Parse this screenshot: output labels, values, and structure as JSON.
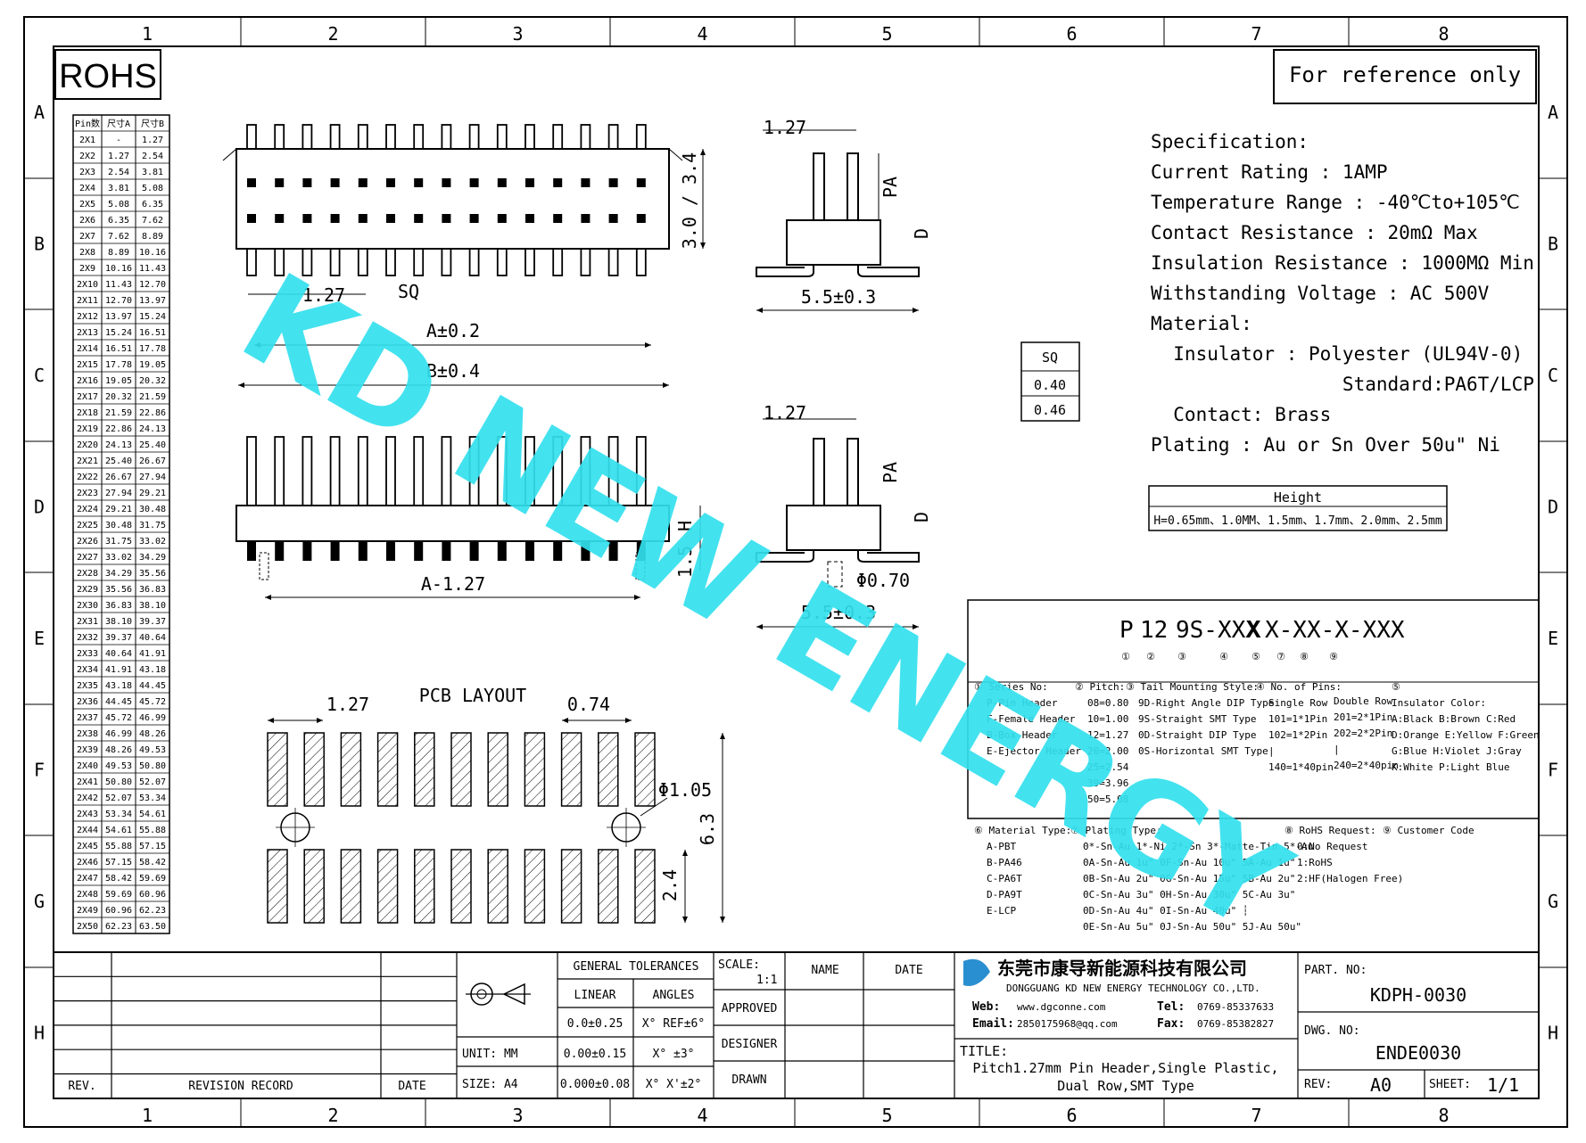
{
  "zones": {
    "columns": [
      "1",
      "2",
      "3",
      "4",
      "5",
      "6",
      "7",
      "8"
    ],
    "rows": [
      "A",
      "B",
      "C",
      "D",
      "E",
      "F",
      "G",
      "H"
    ]
  },
  "rohs": "ROHS",
  "reference": "For reference only",
  "watermark": "KD NEW ENERGY",
  "pin_table": {
    "headers": [
      "Pin数",
      "尺寸A",
      "尺寸B"
    ],
    "rows": [
      [
        "2X1",
        "-",
        "1.27"
      ],
      [
        "2X2",
        "1.27",
        "2.54"
      ],
      [
        "2X3",
        "2.54",
        "3.81"
      ],
      [
        "2X4",
        "3.81",
        "5.08"
      ],
      [
        "2X5",
        "5.08",
        "6.35"
      ],
      [
        "2X6",
        "6.35",
        "7.62"
      ],
      [
        "2X7",
        "7.62",
        "8.89"
      ],
      [
        "2X8",
        "8.89",
        "10.16"
      ],
      [
        "2X9",
        "10.16",
        "11.43"
      ],
      [
        "2X10",
        "11.43",
        "12.70"
      ],
      [
        "2X11",
        "12.70",
        "13.97"
      ],
      [
        "2X12",
        "13.97",
        "15.24"
      ],
      [
        "2X13",
        "15.24",
        "16.51"
      ],
      [
        "2X14",
        "16.51",
        "17.78"
      ],
      [
        "2X15",
        "17.78",
        "19.05"
      ],
      [
        "2X16",
        "19.05",
        "20.32"
      ],
      [
        "2X17",
        "20.32",
        "21.59"
      ],
      [
        "2X18",
        "21.59",
        "22.86"
      ],
      [
        "2X19",
        "22.86",
        "24.13"
      ],
      [
        "2X20",
        "24.13",
        "25.40"
      ],
      [
        "2X21",
        "25.40",
        "26.67"
      ],
      [
        "2X22",
        "26.67",
        "27.94"
      ],
      [
        "2X23",
        "27.94",
        "29.21"
      ],
      [
        "2X24",
        "29.21",
        "30.48"
      ],
      [
        "2X25",
        "30.48",
        "31.75"
      ],
      [
        "2X26",
        "31.75",
        "33.02"
      ],
      [
        "2X27",
        "33.02",
        "34.29"
      ],
      [
        "2X28",
        "34.29",
        "35.56"
      ],
      [
        "2X29",
        "35.56",
        "36.83"
      ],
      [
        "2X30",
        "36.83",
        "38.10"
      ],
      [
        "2X31",
        "38.10",
        "39.37"
      ],
      [
        "2X32",
        "39.37",
        "40.64"
      ],
      [
        "2X33",
        "40.64",
        "41.91"
      ],
      [
        "2X34",
        "41.91",
        "43.18"
      ],
      [
        "2X35",
        "43.18",
        "44.45"
      ],
      [
        "2X36",
        "44.45",
        "45.72"
      ],
      [
        "2X37",
        "45.72",
        "46.99"
      ],
      [
        "2X38",
        "46.99",
        "48.26"
      ],
      [
        "2X39",
        "48.26",
        "49.53"
      ],
      [
        "2X40",
        "49.53",
        "50.80"
      ],
      [
        "2X41",
        "50.80",
        "52.07"
      ],
      [
        "2X42",
        "52.07",
        "53.34"
      ],
      [
        "2X43",
        "53.34",
        "54.61"
      ],
      [
        "2X44",
        "54.61",
        "55.88"
      ],
      [
        "2X45",
        "55.88",
        "57.15"
      ],
      [
        "2X46",
        "57.15",
        "58.42"
      ],
      [
        "2X47",
        "58.42",
        "59.69"
      ],
      [
        "2X48",
        "59.69",
        "60.96"
      ],
      [
        "2X49",
        "60.96",
        "62.23"
      ],
      [
        "2X50",
        "62.23",
        "63.50"
      ]
    ]
  },
  "dims": {
    "top_pitch": "1.27",
    "sq": "SQ",
    "a": "A±0.2",
    "b": "B±0.4",
    "height_top": "3.0 / 3.4",
    "side_pitch_top": "1.27",
    "pa": "PA",
    "d": "D",
    "side_width_top": "5.5±0.3",
    "h": "H",
    "h15": "1.5",
    "a_minus": "A-1.27",
    "side_pitch_bottom": "1.27",
    "pa2": "PA",
    "d2": "D",
    "phi": "Φ0.70",
    "side_width_bottom": "5.5±0.3"
  },
  "sq_table": {
    "header": "SQ",
    "values": [
      "0.40",
      "0.46"
    ]
  },
  "pcb": {
    "title": "PCB LAYOUT",
    "pitch": "1.27",
    "pad_width": "0.74",
    "hole": "Φ1.05",
    "span": "6.3",
    "pad_len": "2.4"
  },
  "spec": {
    "lines": [
      "Specification:",
      "Current Rating : 1AMP",
      "Temperature Range : -40℃to+105℃",
      "Contact Resistance : 20mΩ Max",
      "Insulation Resistance : 1000MΩ Min",
      "Withstanding Voltage : AC 500V",
      "Material:",
      "  Insulator : Polyester (UL94V-0)",
      "                 Standard:PA6T/LCP",
      "  Contact: Brass",
      "Plating : Au or Sn Over 50u\" Ni"
    ],
    "height_title": "Height",
    "height_values": "H=0.65mm、1.0MM、1.5mm、1.7mm、2.0mm、2.5mm"
  },
  "part_code": {
    "segments": [
      "P",
      "12",
      "9S-XXX",
      "X",
      "X-XX-X-XXX"
    ],
    "circles": [
      "①",
      "②",
      "③",
      "④",
      "⑤",
      "⑦",
      "⑧",
      "⑨"
    ]
  },
  "legend": {
    "series": [
      "① Series No:",
      "P-Pin Header",
      "F-Female Header",
      "B-Box Header",
      "E-Ejector Header"
    ],
    "pitch": [
      "② Pitch:",
      "08=0.80",
      "10=1.00",
      "12=1.27",
      "20=2.00",
      "25=2.54",
      "39=3.96",
      "50=5.08"
    ],
    "mounting": [
      "③ Tail Mounting Style:",
      "9D-Right Angle DIP Type",
      "9S-Straight SMT Type",
      "0D-Straight DIP Type",
      "0S-Horizontal SMT Type"
    ],
    "pins": [
      "④ No. of Pins:",
      "Single Row",
      "101=1*1Pin",
      "102=1*2Pin",
      "|",
      "140=1*40pin"
    ],
    "pins2": [
      "Double Row",
      "201=2*1Pin",
      "202=2*2Pin",
      "|",
      "240=2*40pin"
    ],
    "insulator": [
      "⑤",
      "Insulator Color:",
      "A:Black B:Brown C:Red",
      "D:Orange E:Yellow F:Green",
      "G:Blue H:Violet J:Gray",
      "K:White P:Light Blue"
    ],
    "material": [
      "⑥ Material Type:",
      "A-PBT",
      "B-PA46",
      "C-PA6T",
      "D-PA9T",
      "E-LCP"
    ],
    "plating": [
      "⑦ Plating Type:",
      "0*-Sn-Au 1*-Ni 2*-Sn 3*-Matte-Tin 5*-Au",
      "0A-Sn-Au 1u\" 0F-Sn-Au 10u\" 5A-Au 1u\"",
      "0B-Sn-Au 2u\" 0G-Sn-Au 15u\" 5B-Au 2u\"",
      "0C-Sn-Au 3u\" 0H-Sn-Au 30u\" 5C-Au 3u\"",
      "0D-Sn-Au 4u\" 0I-Sn-Au 40u\"  ┆",
      "0E-Sn-Au 5u\" 0J-Sn-Au 50u\" 5J-Au 50u\""
    ],
    "rohs": [
      "⑧ RoHS Request:",
      "0:No Request",
      "1:RoHS",
      "2:HF(Halogen Free)"
    ],
    "customer": [
      "⑨ Customer Code"
    ]
  },
  "title_block": {
    "general_tolerances": "GENERAL TOLERANCES",
    "linear": "LINEAR",
    "angles": "ANGLES",
    "tol_linear": [
      "0.0±0.25",
      "0.00±0.15",
      "0.000±0.08"
    ],
    "tol_angles": [
      "X° REF±6°",
      "X° ±3°",
      "X° X'±2°"
    ],
    "unit": "UNIT: MM",
    "size": "SIZE: A4",
    "scale": "SCALE:",
    "scale_value": "1:1",
    "name": "NAME",
    "date": "DATE",
    "approved": "APPROVED",
    "designer": "DESIGNER",
    "drawn": "DRAWN",
    "rev_label": "REV.",
    "revision_record": "REVISION RECORD",
    "date_label": "DATE",
    "company_cn": "东莞市康导新能源科技有限公司",
    "company_en": "DONGGUANG KD NEW ENERGY TECHNOLOGY CO.,LTD.",
    "web_label": "Web:",
    "web": "www.dgconne.com",
    "tel_label": "Tel:",
    "tel": "0769-85337633",
    "email_label": "Email:",
    "email": "2850175968@qq.com",
    "fax_label": "Fax:",
    "fax": "0769-85382827",
    "title_label": "TITLE:",
    "title_line1": "Pitch1.27mm Pin Header,Single Plastic,",
    "title_line2": "Dual Row,SMT Type",
    "part_no_label": "PART. NO:",
    "part_no": "KDPH-0030",
    "dwg_no_label": "DWG. NO:",
    "dwg_no": "ENDE0030",
    "rev_label2": "REV:",
    "rev": "A0",
    "sheet_label": "SHEET:",
    "sheet": "1/1"
  },
  "colors": {
    "watermark": "#34e0ee",
    "logo": "#2a8fd0"
  }
}
